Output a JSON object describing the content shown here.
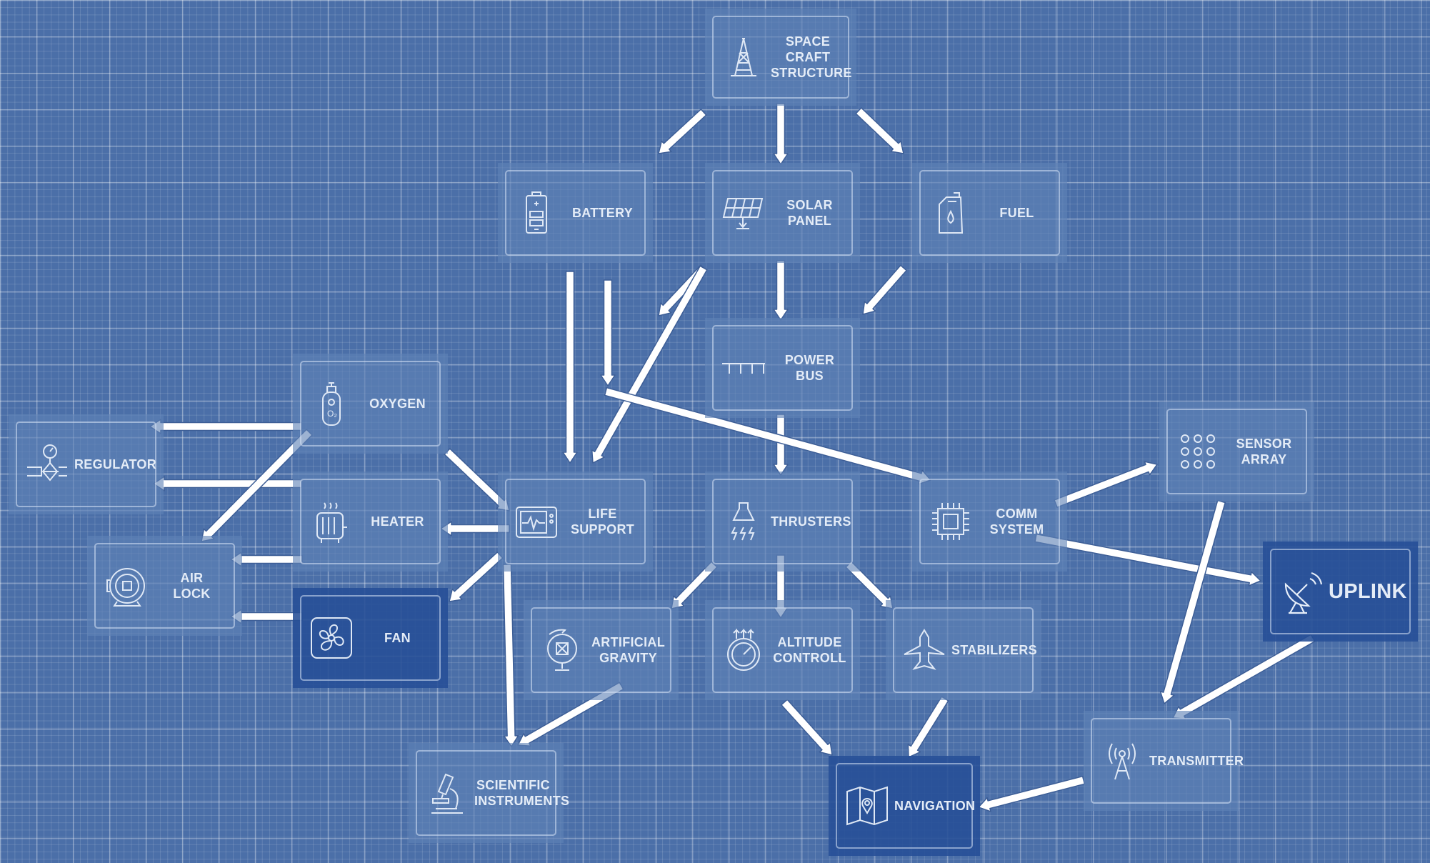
{
  "diagram": {
    "nodes": [
      {
        "id": "structure",
        "label": "SPACE CRAFT\nSTRUCTURE",
        "icon": "tower-icon"
      },
      {
        "id": "battery",
        "label": "BATTERY",
        "icon": "battery-icon"
      },
      {
        "id": "solar",
        "label": "SOLAR\nPANEL",
        "icon": "solar-panel-icon"
      },
      {
        "id": "fuel",
        "label": "FUEL",
        "icon": "fuel-can-icon"
      },
      {
        "id": "powerbus",
        "label": "POWER\nBUS",
        "icon": "power-bus-icon"
      },
      {
        "id": "oxygen",
        "label": "OXYGEN",
        "icon": "oxygen-tank-icon"
      },
      {
        "id": "regulator",
        "label": "REGULATOR",
        "icon": "pressure-regulator-icon"
      },
      {
        "id": "heater",
        "label": "HEATER",
        "icon": "heater-icon"
      },
      {
        "id": "lifesupport",
        "label": "LIFE\nSUPPORT",
        "icon": "heart-monitor-icon"
      },
      {
        "id": "thrusters",
        "label": "THRUSTERS",
        "icon": "thruster-icon"
      },
      {
        "id": "comm",
        "label": "COMM\nSYSTEM",
        "icon": "chip-icon"
      },
      {
        "id": "sensor",
        "label": "SENSOR\nARRAY",
        "icon": "dot-grid-icon"
      },
      {
        "id": "uplink",
        "label": "UPLINK",
        "icon": "satellite-dish-icon"
      },
      {
        "id": "airlock",
        "label": "AIR\nLOCK",
        "icon": "airlock-hatch-icon"
      },
      {
        "id": "fan",
        "label": "FAN",
        "icon": "fan-icon"
      },
      {
        "id": "gravity",
        "label": "ARTIFICIAL\nGRAVITY",
        "icon": "centrifuge-icon"
      },
      {
        "id": "altitude",
        "label": "ALTITUDE\nCONTROLL",
        "icon": "gauge-icon"
      },
      {
        "id": "stabilizers",
        "label": "STABILIZERS",
        "icon": "jet-icon"
      },
      {
        "id": "scientific",
        "label": "SCIENTIFIC\nINSTRUMENTS",
        "icon": "microscope-icon"
      },
      {
        "id": "navigation",
        "label": "NAVIGATION",
        "icon": "map-pin-icon"
      },
      {
        "id": "transmitter",
        "label": "TRANSMITTER",
        "icon": "antenna-tower-icon"
      }
    ]
  }
}
